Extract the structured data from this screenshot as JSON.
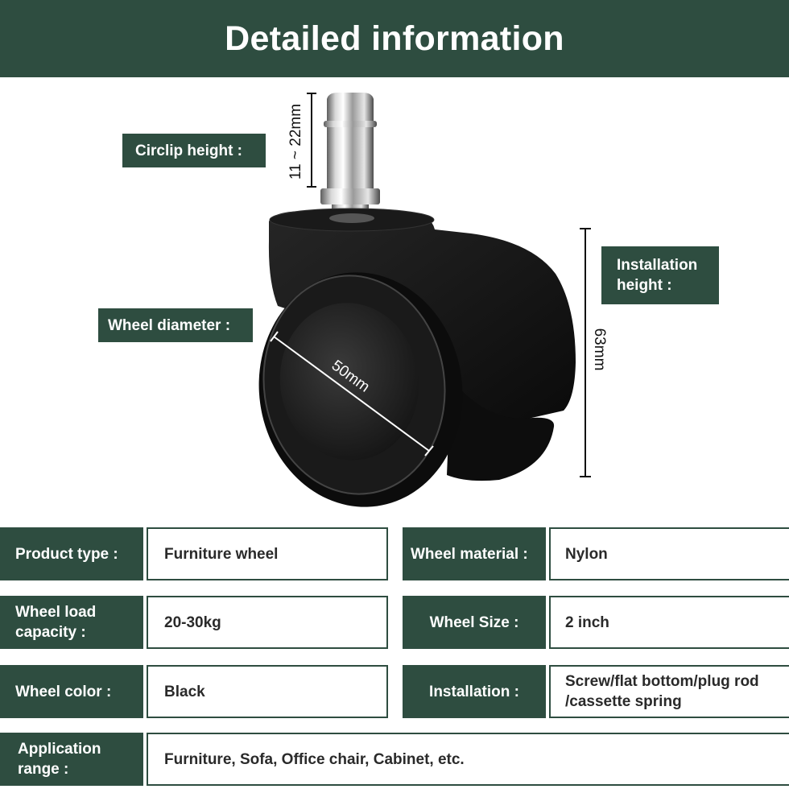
{
  "header": {
    "title": "Detailed information"
  },
  "callouts": {
    "circlip_height": "Circlip height :",
    "wheel_diameter": "Wheel diameter :",
    "installation_height_line1": "Installation",
    "installation_height_line2": "height :"
  },
  "dimensions": {
    "circlip": "11 ~ 22mm",
    "diameter": "50mm",
    "installation": "63mm"
  },
  "specs": {
    "product_type": {
      "label": "Product type :",
      "value": "Furniture wheel"
    },
    "wheel_material": {
      "label": "Wheel material :",
      "value": "Nylon"
    },
    "load_capacity": {
      "label_line1": "Wheel load",
      "label_line2": "capacity :",
      "value": "20-30kg"
    },
    "wheel_size": {
      "label": "Wheel Size :",
      "value": "2 inch"
    },
    "wheel_color": {
      "label": "Wheel color :",
      "value": "Black"
    },
    "installation": {
      "label": "Installation :",
      "value_line1": "Screw/flat bottom/plug rod",
      "value_line2": "/cassette spring"
    },
    "application": {
      "label_line1": "Application",
      "label_line2": "range :",
      "value": "Furniture, Sofa, Office chair, Cabinet, etc."
    }
  },
  "colors": {
    "brand_green": "#2e4d40",
    "background": "#ffffff"
  },
  "product_image": "office-chair-caster-wheel-black"
}
